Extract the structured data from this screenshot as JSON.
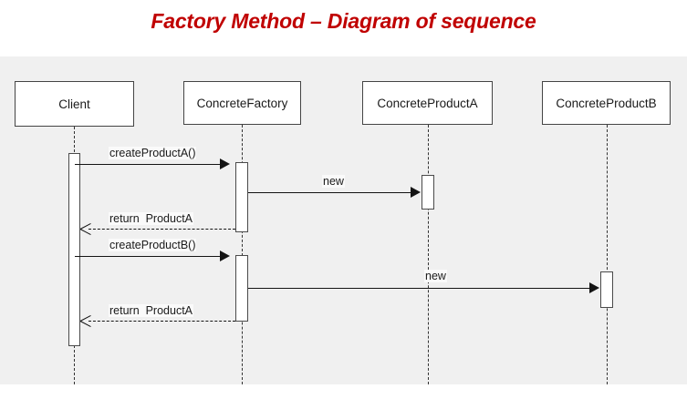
{
  "slide": {
    "title": "Factory Method – Diagram of sequence",
    "title_color": "#c00000",
    "canvas_background": "#f0f0f0",
    "page_background": "#ffffff"
  },
  "diagram": {
    "type": "uml-sequence-diagram",
    "participants": [
      {
        "id": "client",
        "label": "Client"
      },
      {
        "id": "concrete-factory",
        "label": "ConcreteFactory"
      },
      {
        "id": "concrete-product-a",
        "label": "ConcreteProductA"
      },
      {
        "id": "concrete-product-b",
        "label": "ConcreteProductB"
      }
    ],
    "messages": [
      {
        "id": "m1",
        "label": "createProductA()",
        "from": "client",
        "to": "concrete-factory",
        "style": "solid",
        "arrow": "filled"
      },
      {
        "id": "m2",
        "label": "new",
        "from": "concrete-factory",
        "to": "concrete-product-a",
        "style": "solid",
        "arrow": "filled"
      },
      {
        "id": "m3",
        "label": "return  ProductA",
        "from": "concrete-factory",
        "to": "client",
        "style": "dashed",
        "arrow": "open"
      },
      {
        "id": "m4",
        "label": "createProductB()",
        "from": "client",
        "to": "concrete-factory",
        "style": "solid",
        "arrow": "filled"
      },
      {
        "id": "m5",
        "label": "new",
        "from": "concrete-factory",
        "to": "concrete-product-b",
        "style": "solid",
        "arrow": "filled"
      },
      {
        "id": "m6",
        "label": "return  ProductA",
        "from": "concrete-factory",
        "to": "client",
        "style": "dashed",
        "arrow": "open"
      }
    ]
  }
}
